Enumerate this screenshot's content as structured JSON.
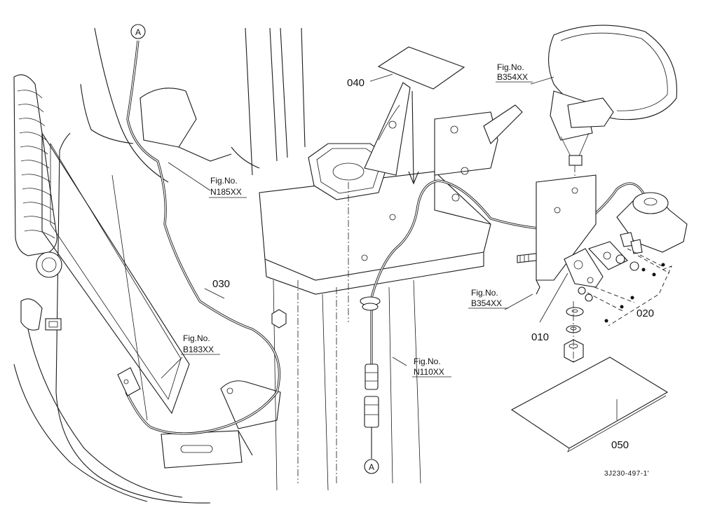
{
  "parts": {
    "p010": "010",
    "p020": "020",
    "p030": "030",
    "p040": "040",
    "p050": "050"
  },
  "references": {
    "fig_prefix": "Fig.No.",
    "n185": "N185XX",
    "b183": "B183XX",
    "n110": "N110XX",
    "b354_top": "B354XX",
    "b354_mid": "B354XX"
  },
  "markers": {
    "top": "A",
    "bottom": "A"
  },
  "drawing_code": "3J230-497-1'"
}
